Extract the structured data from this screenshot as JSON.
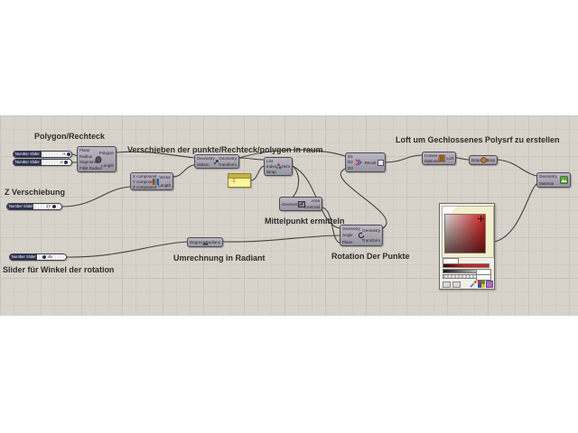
{
  "annotations": {
    "polygon_rechteck": "Polygon/Rechteck",
    "verschieben": "Verschieben der punkte/Rechteck/polygon in raum",
    "z_verschiebung": "Z Verschiebung",
    "mittelpunkt": "Mittelpunkt ermitteln",
    "umrechnung": "Umrechnung in Radiant",
    "rotation_der_punkte": "Rotation Der Punkte",
    "slider_winkel": "Slider für Winkel der rotation",
    "loft_label": "Loft um Gechlossenes Polysrf zu erstellen"
  },
  "sliders": {
    "radius": {
      "name": "Number Slider",
      "value": "4"
    },
    "segments": {
      "name": "Number Slider",
      "value": "4"
    },
    "z": {
      "name": "Number Slider",
      "value": "17"
    },
    "rotation": {
      "name": "Number Slider",
      "value": "45"
    }
  },
  "panel": {
    "value": "-1"
  },
  "nodes": {
    "polygon": {
      "inputs": [
        "Plane",
        "Radius",
        "Segments",
        "Fillet Radius"
      ],
      "outputs": [
        "Polygon",
        "Length"
      ]
    },
    "vector_xyz": {
      "inputs": [
        "X component",
        "Y component",
        "Z component"
      ],
      "outputs": [
        "Vector",
        "Length"
      ]
    },
    "move": {
      "inputs": [
        "Geometry",
        "Motion"
      ],
      "outputs": [
        "Geometry",
        "Transform"
      ]
    },
    "list_item": {
      "inputs": [
        "List",
        "Index",
        "Wrap"
      ],
      "outputs": [
        "Item"
      ]
    },
    "area": {
      "inputs": [
        "Geometry"
      ],
      "outputs": [
        "Area",
        "Centroid"
      ]
    },
    "rotate": {
      "inputs": [
        "Geometry",
        "Angle",
        "Plane"
      ],
      "outputs": [
        "Geometry",
        "Transform"
      ]
    },
    "radians": {
      "inputs": [
        "Degrees"
      ],
      "outputs": [
        "Radians"
      ]
    },
    "merge": {
      "inputs": [
        "D1",
        "D2",
        "D3"
      ],
      "outputs": [
        "Result"
      ]
    },
    "loft": {
      "inputs": [
        "Curves",
        "Options"
      ],
      "outputs": [
        "Loft"
      ]
    },
    "brep": {
      "inputs": [
        "Brep"
      ],
      "outputs": [
        "Brep"
      ]
    },
    "preview": {
      "inputs": [
        "Geometry",
        "Material"
      ],
      "outputs": []
    }
  },
  "colors": {
    "canvas_bg": "#d7d3cb",
    "grid_line": "#c9c5bd",
    "node_fill": "#aaa7b2",
    "node_border": "#4e4b57",
    "wire": "#45423e",
    "panel_yellow": "#fbf49a",
    "slider_name_bg": "#2c3152",
    "swatch_red": "#c03030",
    "preview_green": "#59a83b",
    "loft_orange": "#c9762a"
  }
}
